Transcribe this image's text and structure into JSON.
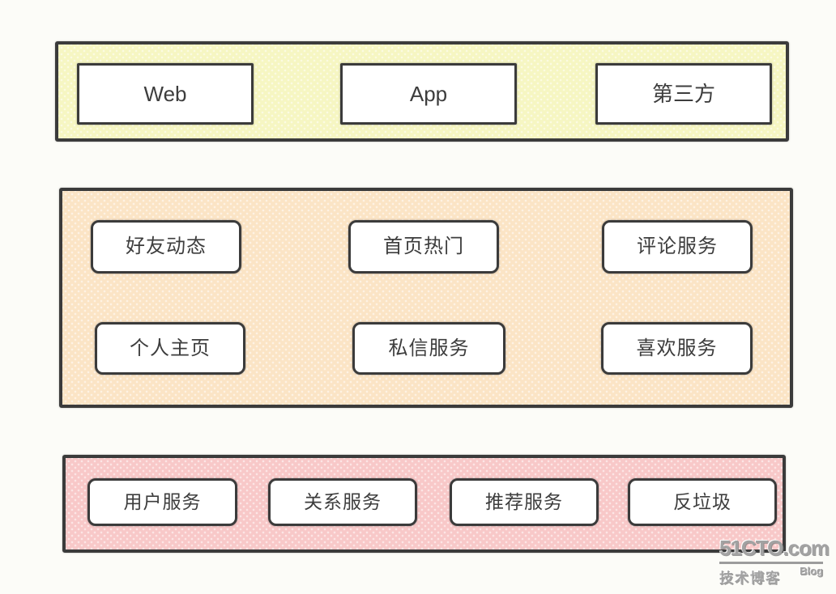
{
  "colors": {
    "page_bg": "#FCFCF8",
    "client_layer_bg": "#F6F6C2",
    "service_layer_bg": "#FBE4C5",
    "platform_layer_bg": "#F8C8C8",
    "node_bg": "#FFFFFF",
    "stroke": "#3B3B3B",
    "text": "#3D3D3D",
    "watermark_gray": "#A2A2A2"
  },
  "client_layer": {
    "nodes": [
      "Web",
      "App",
      "第三方"
    ]
  },
  "service_layer": {
    "row1": [
      "好友动态",
      "首页热门",
      "评论服务"
    ],
    "row2": [
      "个人主页",
      "私信服务",
      "喜欢服务"
    ]
  },
  "platform_layer": {
    "nodes": [
      "用户服务",
      "关系服务",
      "推荐服务",
      "反垃圾"
    ]
  },
  "watermark": {
    "brand": "51CTO.com",
    "caption": "技术博客",
    "blog_label": "Blog"
  }
}
